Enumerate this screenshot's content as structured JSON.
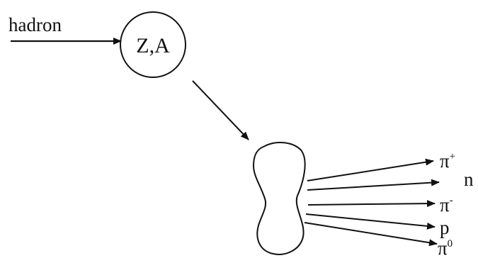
{
  "incoming_label": "hadron",
  "nucleus_label": "Z,A",
  "products": [
    {
      "name": "π",
      "charge": "+"
    },
    {
      "name": "n",
      "charge": ""
    },
    {
      "name": "π",
      "charge": "-"
    },
    {
      "name": "p",
      "charge": ""
    },
    {
      "name": "π",
      "charge": "0"
    }
  ],
  "colors": {
    "line": "#111111",
    "background": "#ffffff"
  }
}
